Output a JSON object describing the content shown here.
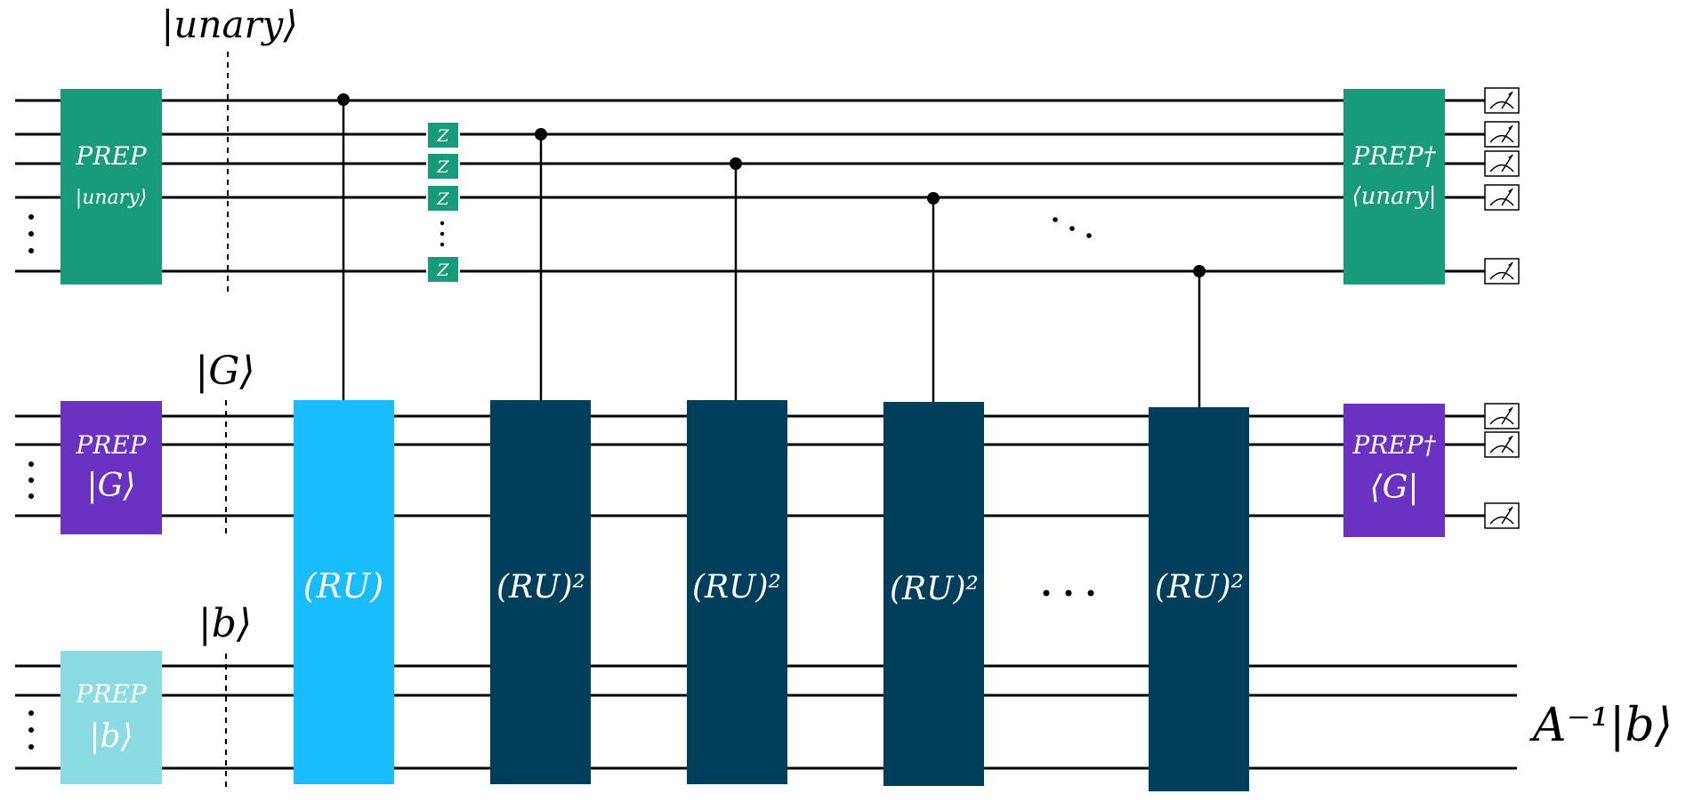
{
  "labels": {
    "unary_state": "|unary⟩",
    "g_state": "|G⟩",
    "b_state": "|b⟩",
    "output": "A⁻¹|b⟩",
    "dots": "⋯",
    "diag_dots": "⋱"
  },
  "prep_unary": {
    "title": "PREP",
    "ket": "|unary⟩"
  },
  "prep_g": {
    "title": "PREP",
    "ket": "|G⟩"
  },
  "prep_b": {
    "title": "PREP",
    "ket": "|b⟩"
  },
  "prep_unary_dag": {
    "title": "PREP†",
    "bra": "⟨unary|"
  },
  "prep_g_dag": {
    "title": "PREP†",
    "bra": "⟨G|"
  },
  "z_gate": "Z",
  "ru_blocks": [
    "(RU)",
    "(RU)²",
    "(RU)²",
    "(RU)²",
    "(RU)²"
  ],
  "colors": {
    "green": "#189b7b",
    "purple": "#6a31c2",
    "light_cyan": "#8adbe2",
    "bright_blue": "#19bdfd",
    "dark_teal": "#003f5c",
    "meter_box": "#ffffff"
  }
}
